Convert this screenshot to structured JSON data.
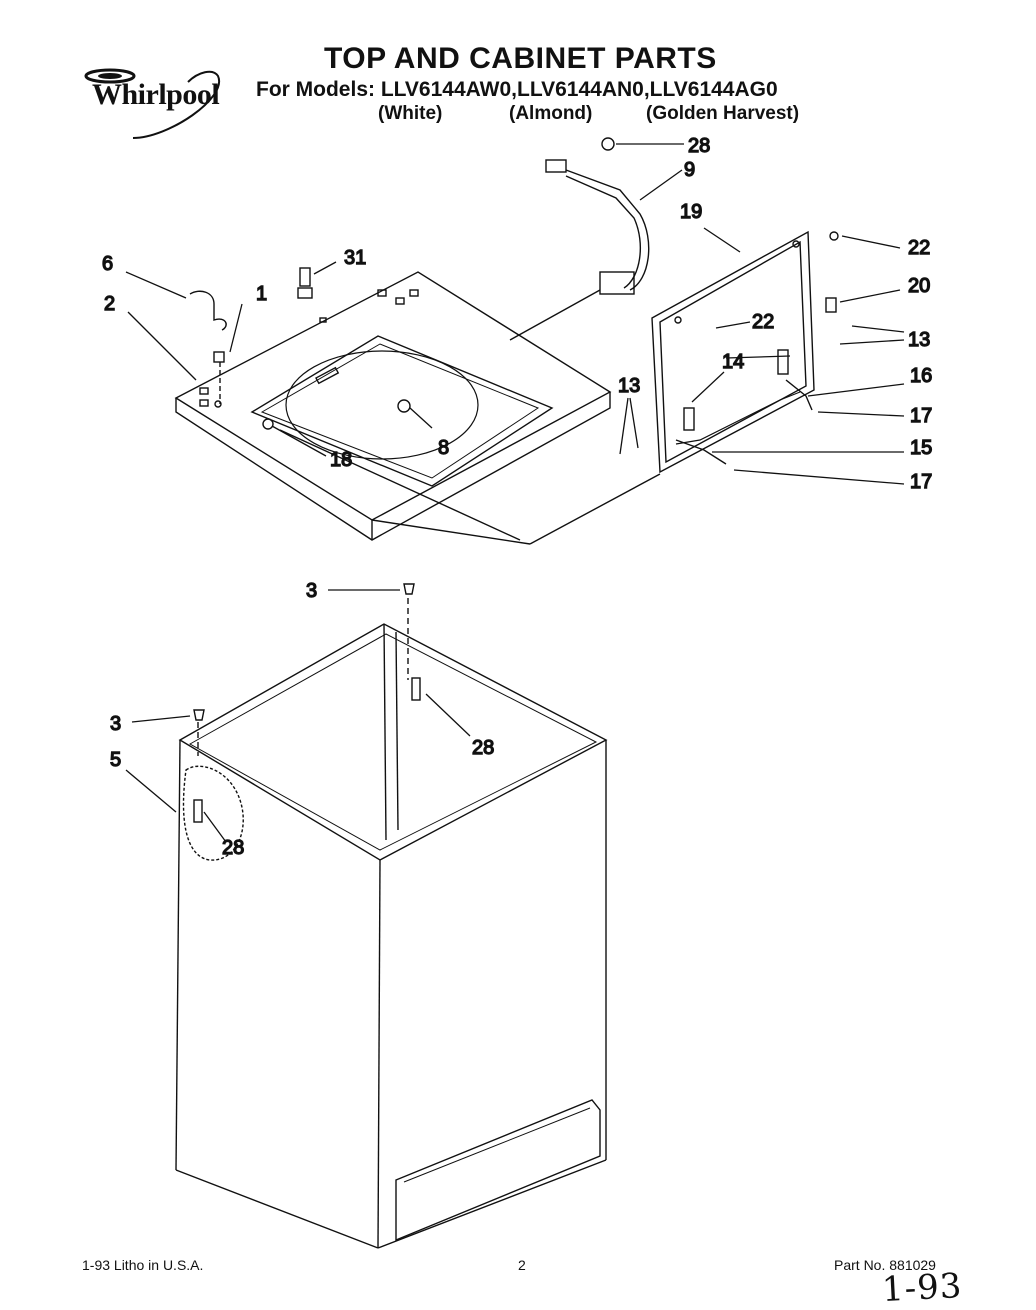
{
  "brand": "Whirlpool",
  "title": "TOP AND CABINET PARTS",
  "models_line": "For Models: LLV6144AW0,LLV6144AN0,LLV6144AG0",
  "variants": [
    "(White)",
    "(Almond)",
    "(Golden Harvest)"
  ],
  "callouts": {
    "c1": "1",
    "c2": "2",
    "c3a": "3",
    "c3b": "3",
    "c5": "5",
    "c6": "6",
    "c8": "8",
    "c9": "9",
    "c13a": "13",
    "c13b": "13",
    "c14": "14",
    "c15": "15",
    "c16": "16",
    "c17a": "17",
    "c17b": "17",
    "c18": "18",
    "c19": "19",
    "c20": "20",
    "c22a": "22",
    "c22b": "22",
    "c28a": "28",
    "c28b": "28",
    "c28c": "28",
    "c31": "31"
  },
  "footer": {
    "litho": "1-93 Litho in U.S.A.",
    "page": "2",
    "part_no": "Part No. 881029",
    "handwritten": "1-93"
  }
}
